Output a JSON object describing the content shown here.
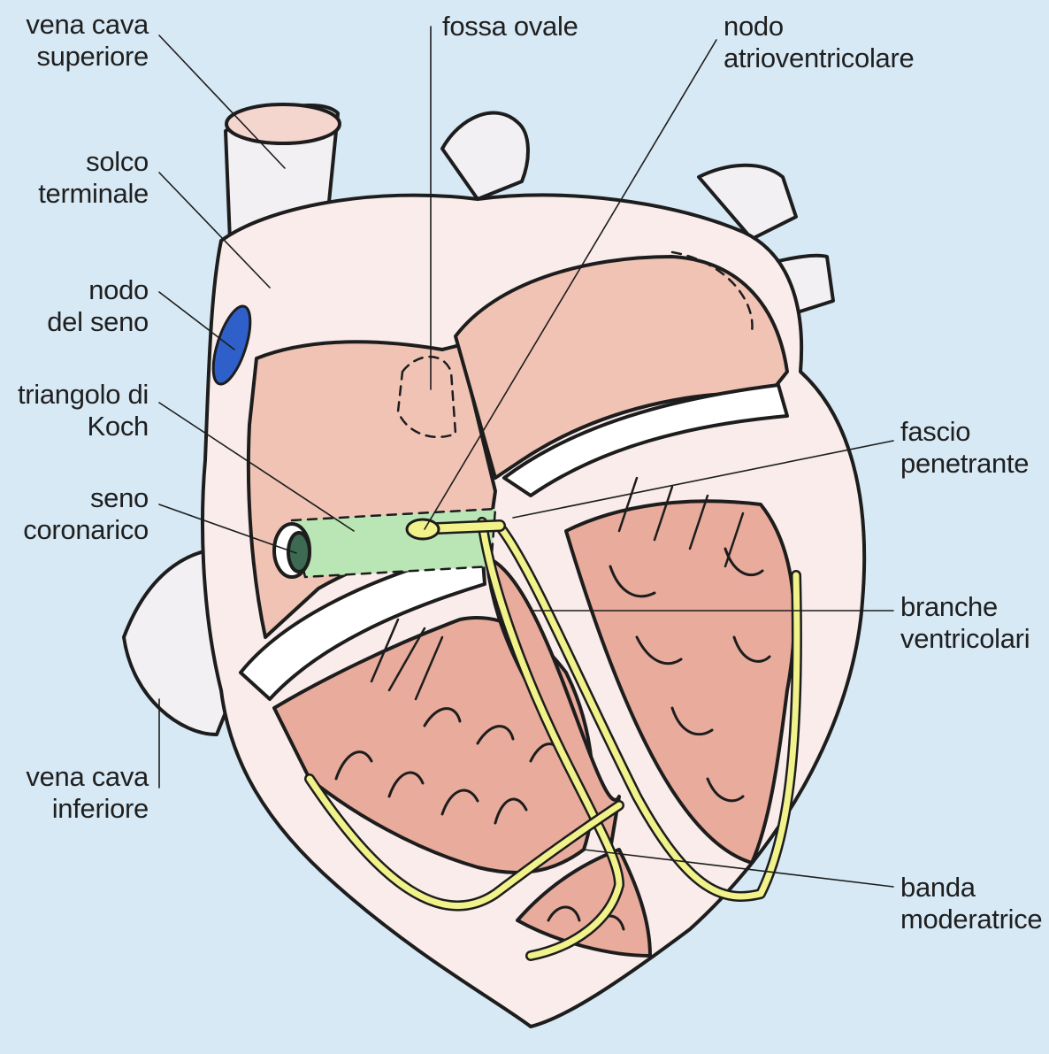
{
  "labels": {
    "vena_cava_superiore": "vena cava\nsuperiore",
    "solco_terminale": "solco\nterminale",
    "nodo_del_seno": "nodo\ndel seno",
    "triangolo_di_koch": "triangolo di\nKoch",
    "seno_coronarico": "seno\ncoronarico",
    "vena_cava_inferiore": "vena cava\ninferiore",
    "fossa_ovale": "fossa ovale",
    "nodo_atrioventricolare": "nodo\natrioventricolare",
    "fascio_penetrante": "fascio\npenetrante",
    "branche_ventricolari": "branche\nventricolari",
    "banda_moderatrice": "banda\nmoderatrice"
  },
  "colors": {
    "background": "#d7e9f5",
    "heart_wall": "#f9ecea",
    "vessel": "#f2f0f2",
    "chamber": "#f0c3b5",
    "muscle": "#e8ab9c",
    "conduction": "#f1f28a",
    "sinus_node": "#2f5fc8",
    "koch_triangle": "#b9e6b4"
  }
}
